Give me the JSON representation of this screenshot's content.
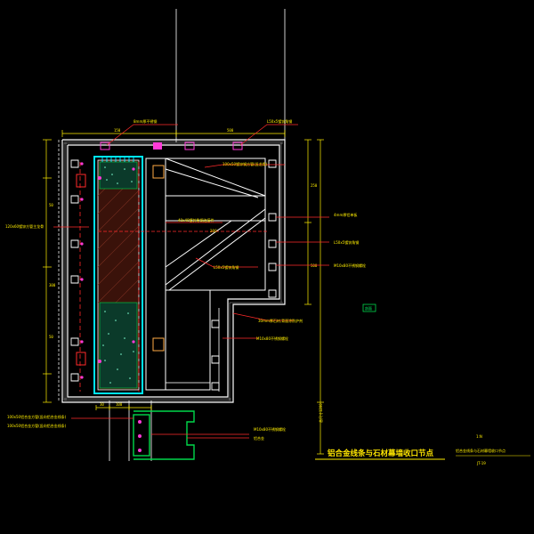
{
  "drawing": {
    "title": "铝合金线条与石材幕墙收口节点",
    "ref_small": "1:N",
    "ref_desc": "铝合金线条与石材幕墙收口节点",
    "ref_code": "JT-19",
    "tag_green": "剖面"
  },
  "colors": {
    "background": "#000000",
    "outline": "#ffffff",
    "cyan": "#00e5ff",
    "green": "#00d84a",
    "yellow": "#ffee00",
    "red": "#ff2a2a",
    "magenta": "#ff3ad8",
    "brown": "#6b2a18"
  },
  "labels": {
    "top_left": "8mm厚不锈钢",
    "top_right": "L50x5镀锌角钢",
    "upper_mid": "100x50镀锌钢方管(竖龙骨)",
    "left_mid": "120x60镀锌方管主龙骨",
    "center_mid": "40x40镀锌角钢连接件",
    "center_small": "200",
    "diag_label": "L50x5镀锌角钢",
    "right_1": "4mm厚铝单板",
    "right_2": "L50x5镀锌角钢",
    "right_3": "M10x80不锈钢螺栓",
    "lower_1": "30mm厚石材,背面涂防护剂",
    "lower_2": "M10x80不锈钢螺栓",
    "bottom_left_1": "100x50铝合金方管(竖向铝合金线条)",
    "bottom_left_2": "100x50铝合金方管(竖向铝合金线条)",
    "bottom_right_1": "M10x80不锈钢螺栓",
    "bottom_right_2": "铝合金"
  },
  "dimensions": {
    "left_top": "50",
    "left_mid": "300",
    "left_low": "50",
    "top_span_1": "150",
    "top_span_2": "500",
    "right_1": "250",
    "right_2": "500",
    "bottom_1": "30",
    "bottom_2": "100",
    "vertical_right": "总尺寸1200"
  }
}
